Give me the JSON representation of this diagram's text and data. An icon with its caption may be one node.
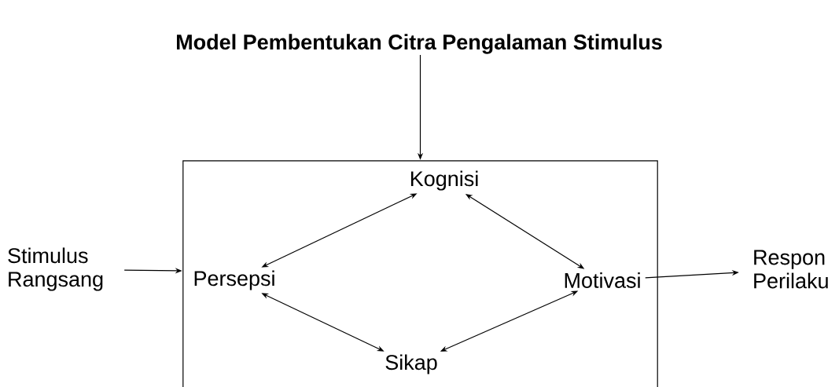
{
  "diagram": {
    "title": "Model Pembentukan Citra Pengalaman Stimulus",
    "nodes": [
      {
        "text": [],
        "shape": "box"
      },
      {
        "text": [
          "Kognisi"
        ],
        "in": 0
      },
      {
        "text": [
          "Persepsi"
        ],
        "in": 0
      },
      {
        "text": [
          "Motivasi"
        ],
        "in": 0
      },
      {
        "text": [
          "Sikap"
        ],
        "in": 0
      },
      {
        "text": [
          "Stimulus Rangsang"
        ]
      },
      {
        "text": [
          "Respon Perilaku"
        ]
      }
    ],
    "edges": [
      {
        "from": null,
        "to": 0,
        "arrow": "to"
      },
      {
        "from": 5,
        "to": 0,
        "arrow": "to"
      },
      {
        "from": 3,
        "to": 6,
        "arrow": "to"
      },
      {
        "from": 2,
        "to": 1,
        "arrow": "both"
      },
      {
        "from": 1,
        "to": 3,
        "arrow": "both"
      },
      {
        "from": 2,
        "to": 4,
        "arrow": "both"
      },
      {
        "from": 4,
        "to": 3,
        "arrow": "both"
      }
    ]
  }
}
